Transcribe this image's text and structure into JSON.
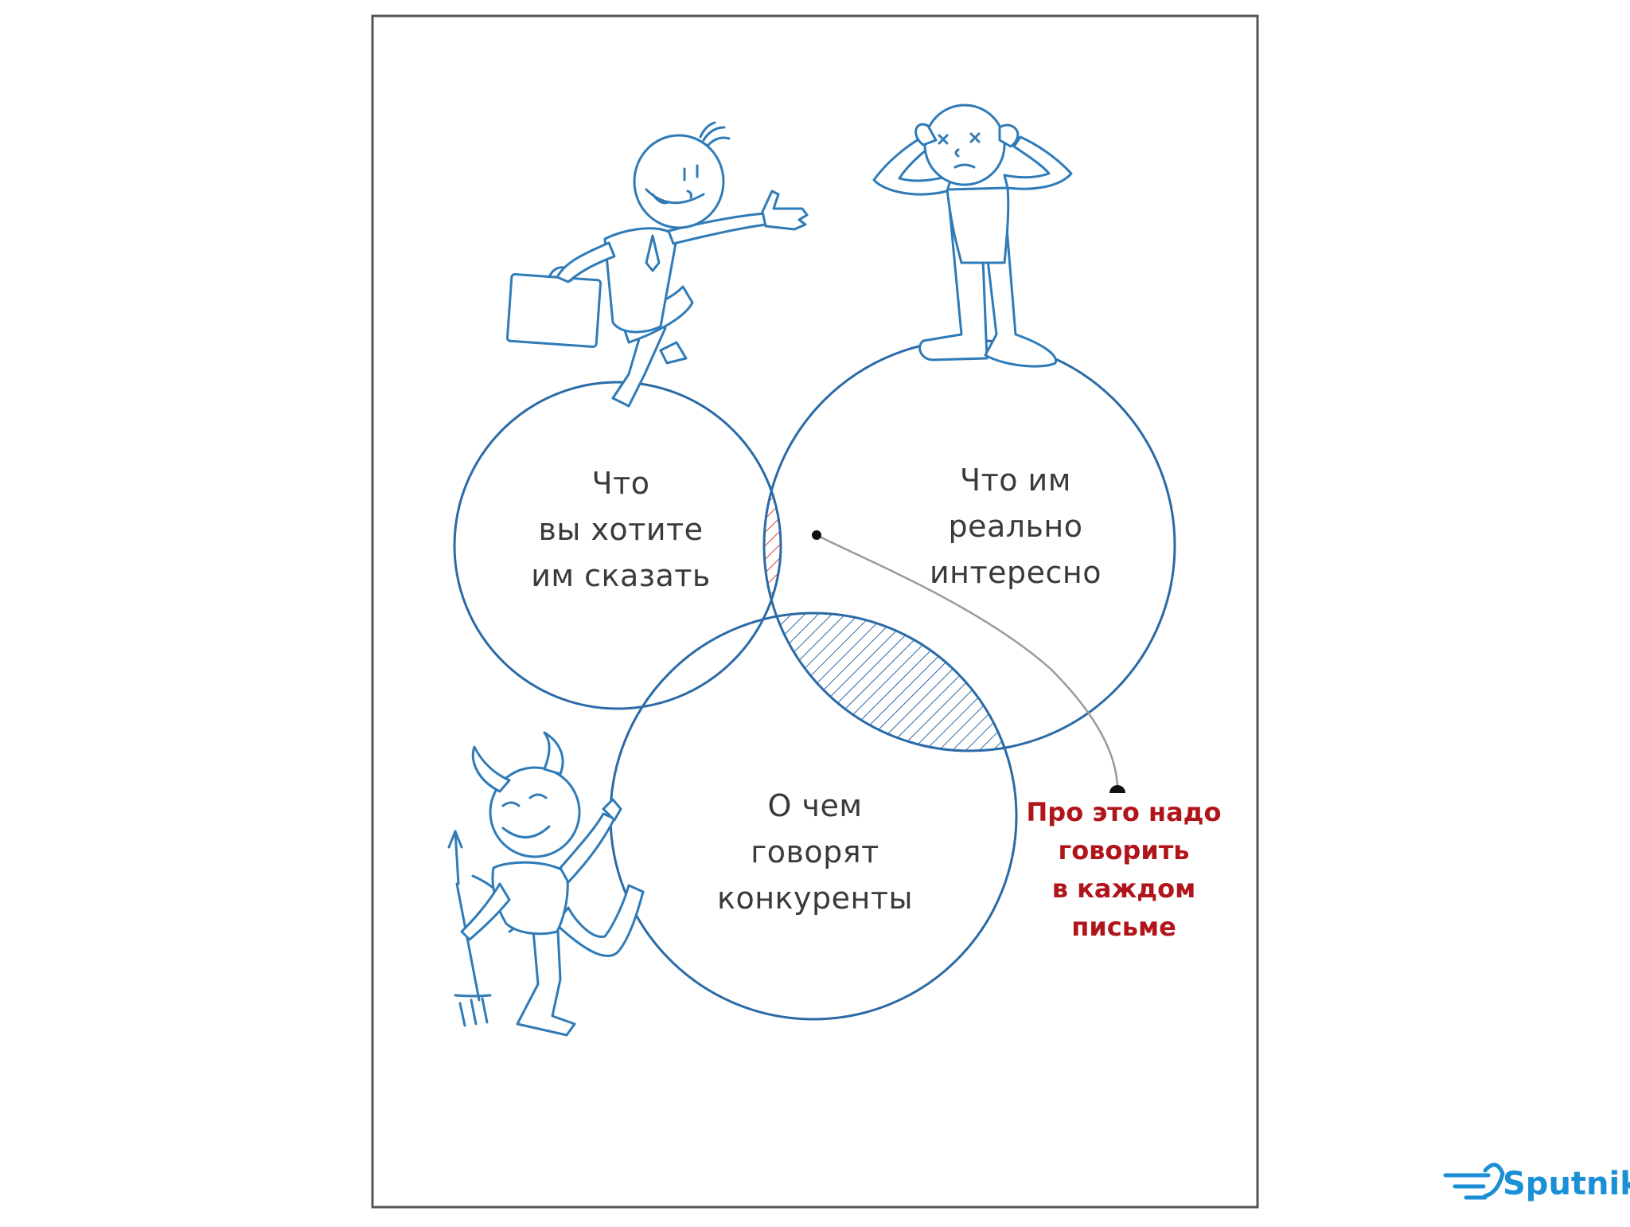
{
  "diagram": {
    "circles": [
      {
        "id": "want-to-say",
        "lines": [
          "Что",
          "вы хотите",
          "им сказать"
        ]
      },
      {
        "id": "really-interesting",
        "lines": [
          "Что им",
          "реально",
          "интересно"
        ]
      },
      {
        "id": "competitors-talk",
        "lines": [
          "О чем",
          "говорят",
          "конкуренты"
        ]
      }
    ],
    "callout": {
      "lines": [
        "Про это надо",
        "говорить",
        "в каждом",
        "письме"
      ]
    }
  },
  "brand": {
    "name": "Sputnik"
  },
  "colors": {
    "circle_stroke": "#2a6aa6",
    "figure_stroke": "#2f7bb8",
    "figure_fill": "#ffffff",
    "highlight_hatch": "#d9413f",
    "overlap_hatch": "#2a6aa6",
    "callout_text": "#b0151b",
    "connector": "#9a9a9a",
    "frame": "#555555",
    "label_text": "#3a3a3a",
    "brand": "#1a8fd6"
  }
}
